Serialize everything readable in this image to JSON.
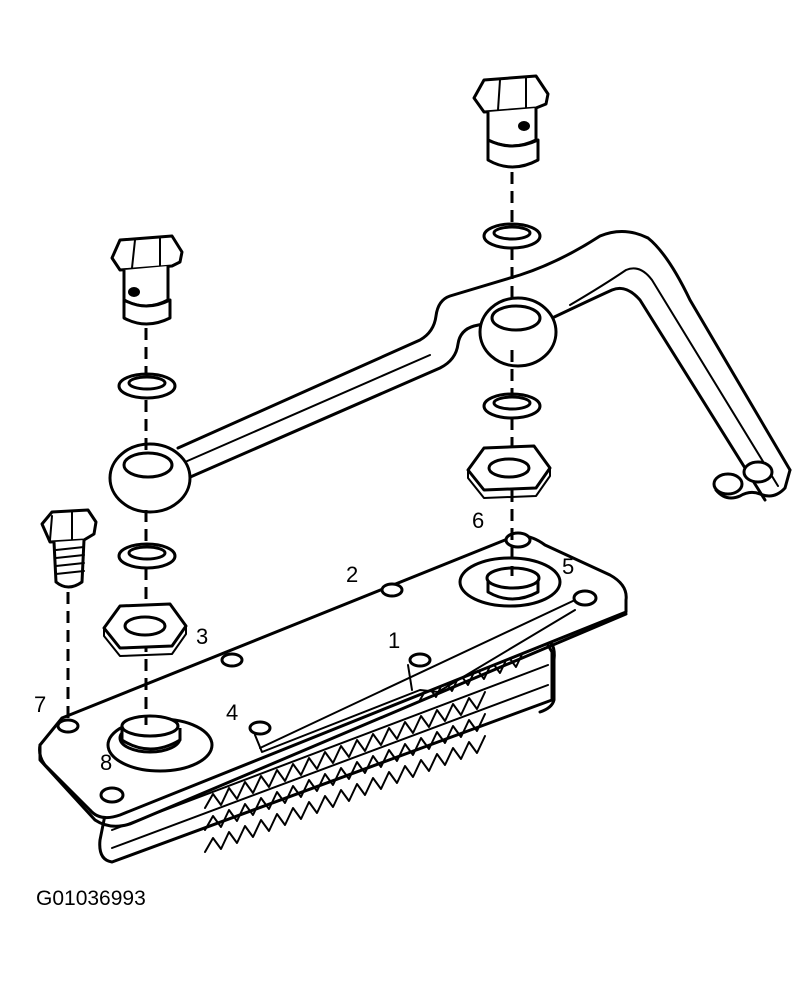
{
  "callouts": {
    "c1": "1",
    "c2": "2",
    "c3": "3",
    "c4": "4",
    "c5": "5",
    "c6": "6",
    "c7": "7",
    "c8": "8"
  },
  "figure_id": "G01036993"
}
